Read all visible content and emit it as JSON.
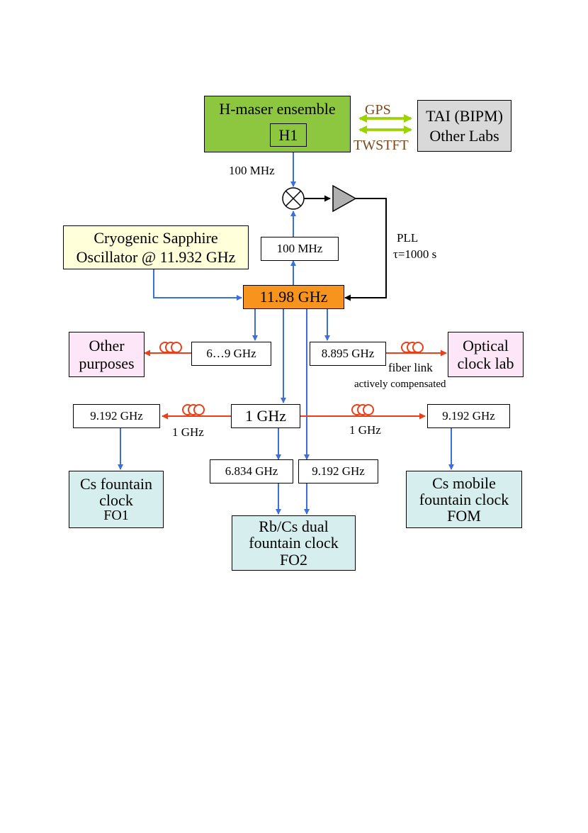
{
  "colors": {
    "maser_green": "#8dc63f",
    "bipm_gray": "#d9d9d9",
    "csor_yellow": "#ffffd9",
    "hub_orange": "#f7941d",
    "purpose_pink": "#fde6f7",
    "clock_teal": "#d7eeee",
    "arrow_blue": "#3b6fe0",
    "fiber_red": "#e8401b",
    "link_green": "#9bd400",
    "label_brown": "#7a4a1e"
  },
  "nodes": {
    "maser": {
      "title": "H-maser ensemble",
      "h1": "H1"
    },
    "bipm": {
      "line1": "TAI (BIPM)",
      "line2": "Other Labs"
    },
    "csor": {
      "line1": "Cryogenic Sapphire",
      "line2": "Oscillator @ 11.932 GHz"
    },
    "freq_100_box": "100 MHz",
    "hub": "11.98 GHz",
    "f_6_9": "6…9 GHz",
    "f_8895": "8.895 GHz",
    "other_purposes": {
      "line1": "Other",
      "line2": "purposes"
    },
    "optical_lab": {
      "line1": "Optical",
      "line2": "clock lab"
    },
    "f_1ghz": "1 GHz",
    "f_9192_left": "9.192 GHz",
    "f_9192_right": "9.192 GHz",
    "f_6834": "6.834 GHz",
    "f_9192_mid": "9.192 GHz",
    "fo1": {
      "line1": "Cs fountain",
      "line2": "clock",
      "line3": "FO1"
    },
    "fo2": {
      "line1": "Rb/Cs dual",
      "line2": "fountain clock",
      "line3": "FO2"
    },
    "fom": {
      "line1": "Cs mobile",
      "line2": "fountain clock",
      "line3": "FOM"
    }
  },
  "labels": {
    "gps": "GPS",
    "twstft": "TWSTFT",
    "mhz100": "100 MHz",
    "pll": "PLL",
    "tau": "τ=1000 s",
    "fiber_link": "fiber link",
    "actively": "actively compensated",
    "ghz1_left": "1 GHz",
    "ghz1_right": "1 GHz"
  }
}
